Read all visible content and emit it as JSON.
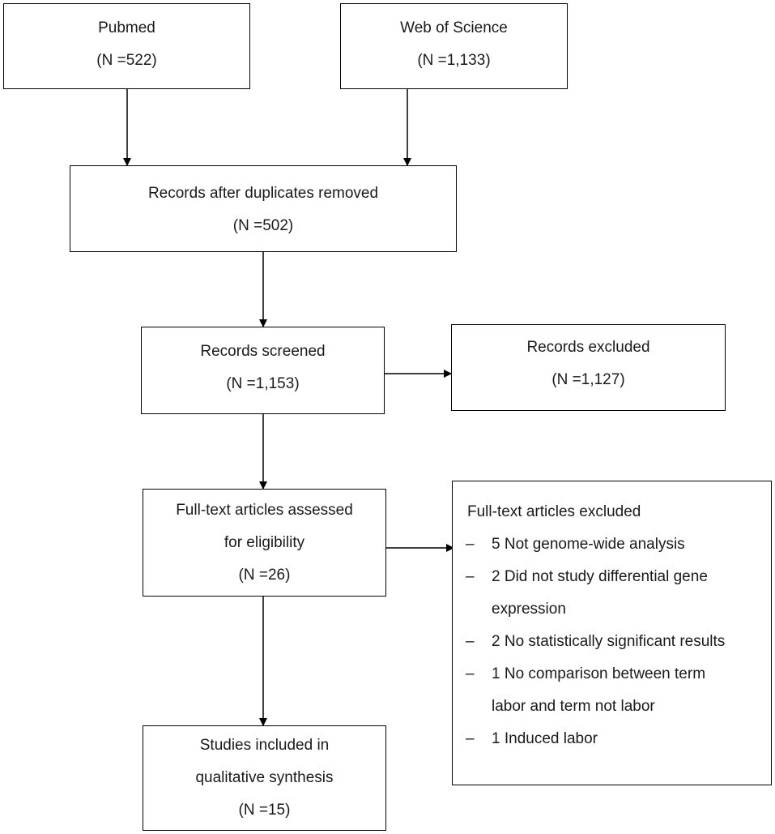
{
  "boxes": {
    "pubmed": {
      "label": "Pubmed",
      "count": "(N =522)"
    },
    "web_of_science": {
      "label": "Web of Science",
      "count": "(N =1,133)"
    },
    "after_duplicates": {
      "label": "Records after duplicates removed",
      "count": "(N =502)"
    },
    "screened": {
      "label": "Records screened",
      "count": "(N =1,153)"
    },
    "records_excluded": {
      "label": "Records excluded",
      "count": "(N =1,127)"
    },
    "full_text_assessed": {
      "label_line1": "Full-text articles assessed",
      "label_line2": "for eligibility",
      "count": "(N =26)"
    },
    "included": {
      "label_line1": "Studies included in",
      "label_line2": "qualitative synthesis",
      "count": "(N =15)"
    },
    "full_text_excluded": {
      "heading": "Full-text articles excluded",
      "dash": "–",
      "items": [
        {
          "lines": [
            "5 Not genome-wide analysis"
          ]
        },
        {
          "lines": [
            "2 Did not study differential gene",
            "expression"
          ]
        },
        {
          "lines": [
            "2 No statistically significant results"
          ]
        },
        {
          "lines": [
            "1 No comparison between term",
            "labor and term not labor"
          ]
        },
        {
          "lines": [
            "1 Induced labor"
          ]
        }
      ]
    }
  }
}
